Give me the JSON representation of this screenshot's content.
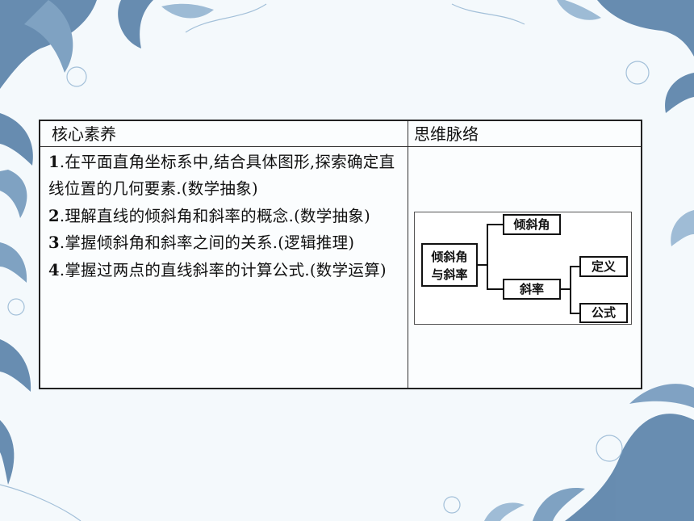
{
  "headers": {
    "left": "核心素养",
    "right": "思维脉络"
  },
  "items": [
    {
      "num": "1",
      "text": ".在平面直角坐标系中,结合具体图形,探索确定直线位置的几何要素.(数学抽象)"
    },
    {
      "num": "2",
      "text": ".理解直线的倾斜角和斜率的概念.(数学抽象)"
    },
    {
      "num": "3",
      "text": ".掌握倾斜角和斜率之间的关系.(逻辑推理)"
    },
    {
      "num": "4",
      "text": ".掌握过两点的直线斜率的计算公式.(数学运算)"
    }
  ],
  "concept_map": {
    "root_line1": "倾斜角",
    "root_line2": "与斜率",
    "branch_angle": "倾斜角",
    "branch_slope": "斜率",
    "leaf_definition": "定义",
    "leaf_formula": "公式"
  },
  "colors": {
    "decoration": "#4f7aa3",
    "decoration_light": "#8fb1cf",
    "background": "#f4f9fc"
  }
}
